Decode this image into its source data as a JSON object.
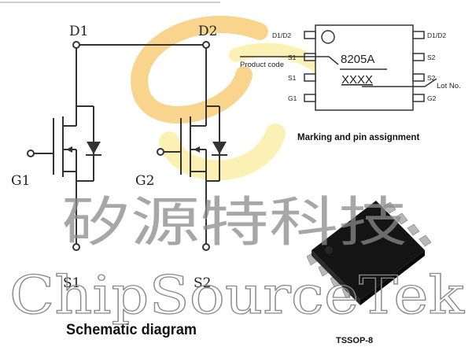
{
  "schematic": {
    "title": "Schematic diagram",
    "labels": {
      "d1": "D1",
      "d2": "D2",
      "g1": "G1",
      "g2": "G2",
      "s1": "S1",
      "s2": "S2"
    }
  },
  "marking": {
    "title": "Marking and pin assignment",
    "part_number": "8205A",
    "lot_code": "XXXX",
    "left_pins": [
      "D1/D2",
      "S1",
      "S1",
      "G1"
    ],
    "right_pins": [
      "D1/D2",
      "S2",
      "S2",
      "G2"
    ],
    "callouts": {
      "product_code": "Product code",
      "lot_no": "Lot No."
    }
  },
  "package": {
    "name": "TSSOP-8"
  },
  "watermark": {
    "chinese": "矽源特科技",
    "english": "ChipSourceTek"
  },
  "colors": {
    "line": "#333333",
    "watermark_text": "#8a8a8a",
    "logo_orange": "#f3b12f",
    "logo_yellow": "#fbe77a",
    "chip_body": "#141414",
    "pin_metal": "#b8b8b8"
  }
}
